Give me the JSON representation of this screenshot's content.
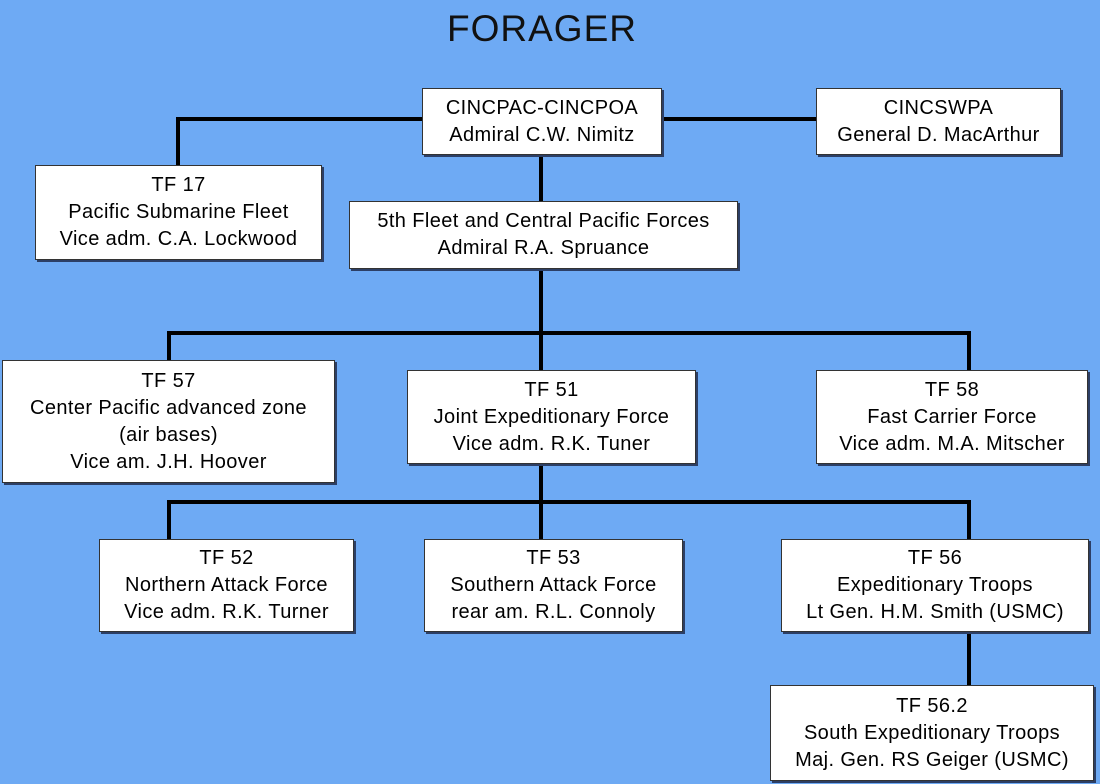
{
  "title": "FORAGER",
  "colors": {
    "background": "#6eaaf4",
    "box_fill": "#ffffff",
    "connector": "#000000"
  },
  "nodes": {
    "cincpac": {
      "lines": [
        "CINCPAC-CINCPOA",
        "Admiral C.W. Nimitz"
      ]
    },
    "cincswpa": {
      "lines": [
        "CINCSWPA",
        "General D. MacArthur"
      ]
    },
    "tf17": {
      "lines": [
        "TF 17",
        "Pacific Submarine Fleet",
        "Vice adm. C.A. Lockwood"
      ]
    },
    "fleet5": {
      "lines": [
        "5th Fleet and Central Pacific Forces",
        "Admiral R.A. Spruance"
      ]
    },
    "tf57": {
      "lines": [
        "TF 57",
        "Center Pacific advanced zone",
        "(air bases)",
        "Vice am. J.H. Hoover"
      ]
    },
    "tf51": {
      "lines": [
        "TF 51",
        "Joint Expeditionary Force",
        "Vice adm. R.K. Tuner"
      ]
    },
    "tf58": {
      "lines": [
        "TF 58",
        "Fast Carrier Force",
        "Vice adm. M.A. Mitscher"
      ]
    },
    "tf52": {
      "lines": [
        "TF 52",
        "Northern Attack Force",
        "Vice adm. R.K. Turner"
      ]
    },
    "tf53": {
      "lines": [
        "TF 53",
        "Southern Attack Force",
        "rear am. R.L. Connoly"
      ]
    },
    "tf56": {
      "lines": [
        "TF 56",
        "Expeditionary Troops",
        "Lt Gen. H.M. Smith (USMC)"
      ]
    },
    "tf56_2": {
      "lines": [
        "TF 56.2",
        "South Expeditionary Troops",
        "Maj. Gen. RS Geiger (USMC)"
      ]
    }
  }
}
